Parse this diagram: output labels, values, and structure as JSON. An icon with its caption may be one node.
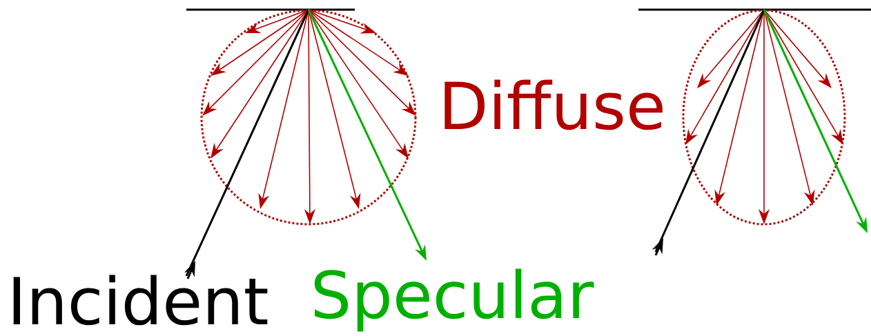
{
  "diagram": {
    "labels": [
      "Diffuse",
      "Incident",
      "Specular"
    ]
  }
}
